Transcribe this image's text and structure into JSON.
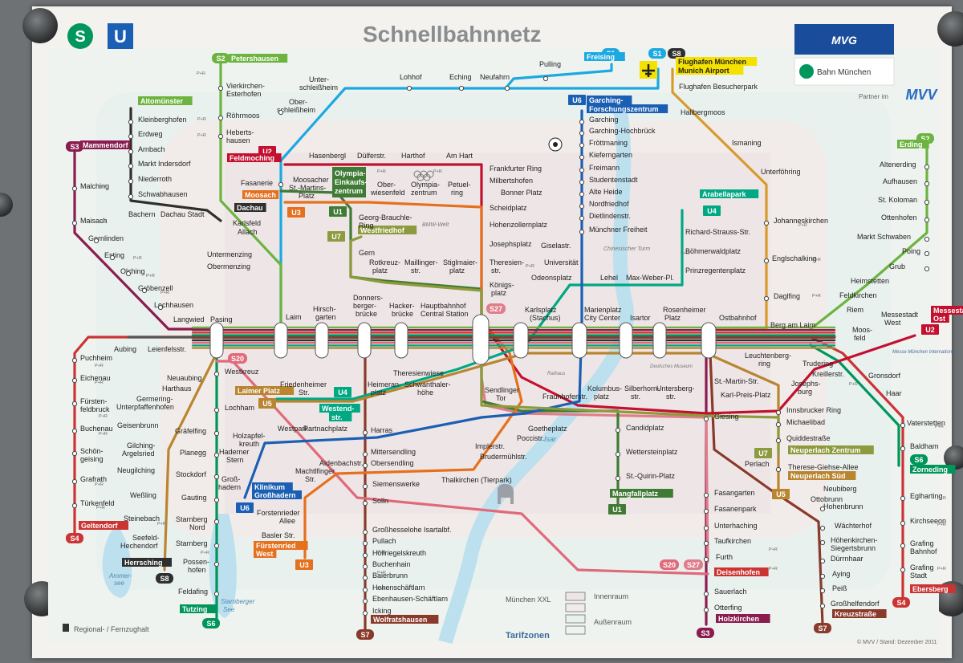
{
  "header": {
    "title": "Schnellbahnnetz",
    "s_logo": "S",
    "u_logo": "U",
    "mvg": "MVG",
    "bahn_muenchen": "Bahn München",
    "partner": "Partner im",
    "mvv": "MVV"
  },
  "colors": {
    "S1": "#1ba9e0",
    "S2": "#6cb33f",
    "S3": "#8a1c4f",
    "S4": "#cc3333",
    "S6": "#00955a",
    "S7": "#8a3a2a",
    "S8": "#2f2f2f",
    "S20": "#e06a7a",
    "S27": "#e07d8a",
    "U1": "#3f7b35",
    "U2": "#c3102f",
    "U3": "#e5701e",
    "U4": "#00a884",
    "U5": "#b98530",
    "U6": "#1a5fb4",
    "U7": "#8d9a3d",
    "Airport": "#d99a2b",
    "Stammstrecke": "#555555"
  },
  "line_badges": [
    {
      "id": "S1",
      "label": "S1"
    },
    {
      "id": "S2",
      "label": "S2"
    },
    {
      "id": "S3",
      "label": "S3"
    },
    {
      "id": "S4",
      "label": "S4"
    },
    {
      "id": "S6",
      "label": "S6"
    },
    {
      "id": "S7",
      "label": "S7"
    },
    {
      "id": "S8",
      "label": "S8"
    },
    {
      "id": "S20",
      "label": "S20"
    },
    {
      "id": "S27",
      "label": "S27"
    },
    {
      "id": "U1",
      "label": "U1"
    },
    {
      "id": "U2",
      "label": "U2"
    },
    {
      "id": "U3",
      "label": "U3"
    },
    {
      "id": "U4",
      "label": "U4"
    },
    {
      "id": "U5",
      "label": "U5"
    },
    {
      "id": "U6",
      "label": "U6"
    },
    {
      "id": "U7",
      "label": "U7"
    }
  ],
  "terminals": {
    "petershausen": "Petershausen",
    "altomuenster": "Altomünster",
    "mammendorf": "Mammendorf",
    "feldmoching": "Feldmoching",
    "moosach": "Moosach",
    "dachau": "Dachau",
    "olympia_einkaufszentrum_1": "Olympia-",
    "olympia_einkaufszentrum_2": "Einkaufs-",
    "olympia_einkaufszentrum_3": "zentrum",
    "westfriedhof": "Westfriedhof",
    "freising": "Freising",
    "flughafen": "Flughafen München",
    "munich_airport": "Munich Airport",
    "garching_fz": "Garching-",
    "garching_fz2": "Forschungszentrum",
    "arabellapark": "Arabellapark",
    "erding": "Erding",
    "messestadt_ost": "Messestadt",
    "messestadt_ost2": "Ost",
    "laimer_platz": "Laimer Platz",
    "westend": "Westend-",
    "westend2": "str.",
    "klinikum": "Klinikum",
    "klinikum2": "Großhadern",
    "fuerstenried": "Fürstenried",
    "fuerstenried2": "West",
    "mangfallplatz": "Mangfallplatz",
    "neuperlach_zentrum": "Neuperlach Zentrum",
    "neuperlach_sued": "Neuperlach Süd",
    "zorneding": "Zorneding",
    "ebersberg": "Ebersberg",
    "kreuzstrasse": "Kreuzstraße",
    "holzkirchen": "Holzkirchen",
    "deisenhofen": "Deisenhofen",
    "wolfratshausen": "Wolfratshausen",
    "tutzing": "Tutzing",
    "herrsching": "Herrsching",
    "geltendorf": "Geltendorf"
  },
  "stations": {
    "pulling": "Pulling",
    "lohhof": "Lohhof",
    "eching": "Eching",
    "neufahrn": "Neufahrn",
    "unterschleissheim": "Unter-",
    "unterschleissheim2": "schleißheim",
    "oberschleissheim": "Ober-",
    "oberschleissheim2": "schleißheim",
    "flughafen_besucherpark": "Flughafen Besucherpark",
    "hallbergmoos": "Hallbergmoos",
    "ismaning": "Ismaning",
    "unterfoehring": "Unterföhring",
    "johanneskirchen": "Johanneskirchen",
    "englschalking": "Englschalking",
    "daglfing": "Daglfing",
    "vierkirchen": "Vierkirchen-",
    "vierkirchen2": "Esterhofen",
    "roehrmoos": "Röhrmoos",
    "hebertshausen": "Heberts-",
    "hebertshausen2": "hausen",
    "kleinberghofen": "Kleinberghofen",
    "erdweg": "Erdweg",
    "arnbach": "Arnbach",
    "markt_indersdorf": "Markt Indersdorf",
    "niederroth": "Niederroth",
    "schwabhausen": "Schwabhausen",
    "bachern": "Bachern",
    "dachau_stadt": "Dachau Stadt",
    "malching": "Malching",
    "maisach": "Maisach",
    "gernlinden": "Gernlinden",
    "esting": "Esting",
    "olching": "Olching",
    "groebenzell": "Gröbenzell",
    "lochhausen": "Lochhausen",
    "langwied": "Langwied",
    "pasing": "Pasing",
    "laim": "Laim",
    "hirschgarten": "Hirsch-",
    "hirschgarten2": "garten",
    "donnersbergerbruecke": "Donners-",
    "donnersbergerbruecke2": "berger-",
    "donnersbergerbruecke3": "brücke",
    "hackerbruecke": "Hacker-",
    "hackerbruecke2": "brücke",
    "hauptbahnhof": "Hauptbahnhof",
    "central_station": "Central Station",
    "karlsplatz": "Karlsplatz",
    "stachus": "(Stachus)",
    "marienplatz": "Marienplatz",
    "city_center": "City Center",
    "isartor": "Isartor",
    "rosenheimer_platz": "Rosenheimer",
    "rosenheimer_platz2": "Platz",
    "ostbahnhof": "Ostbahnhof",
    "berg_am_laim": "Berg am Laim",
    "leuchtenbergring": "Leuchtenberg-",
    "leuchtenbergring2": "ring",
    "trudering": "Trudering",
    "gronsdorf": "Gronsdorf",
    "haar": "Haar",
    "vaterstetten": "Vaterstetten",
    "baldham": "Baldham",
    "moosfeld": "Moos-",
    "moosfeld2": "feld",
    "messestadt_west": "Messestadt",
    "messestadt_west2": "West",
    "riem": "Riem",
    "feldkirchen": "Feldkirchen",
    "heimstetten": "Heimstetten",
    "grub": "Grub",
    "poing": "Poing",
    "markt_schwaben": "Markt Schwaben",
    "ottenhofen": "Ottenhofen",
    "st_koloman": "St. Koloman",
    "aufhausen": "Aufhausen",
    "altenerding": "Altenerding",
    "karlsfeld": "Karlsfeld",
    "allach": "Allach",
    "untermenzing": "Untermenzing",
    "obermenzing": "Obermenzing",
    "fasanerie": "Fasanerie",
    "moosacher_st_martins": "Moosacher",
    "moosacher_st_martins2": "St.-Martins-",
    "moosacher_st_martins3": "Platz",
    "hasenbergl": "Hasenbergl",
    "duelferstr": "Dülferstr.",
    "harthof": "Harthof",
    "am_hart": "Am Hart",
    "frankfurter_ring": "Frankfurter Ring",
    "milbertshofen": "Milbertshofen",
    "oberwiesenfeld": "Ober-",
    "oberwiesenfeld2": "wiesenfeld",
    "olympiazentrum": "Olympia-",
    "olympiazentrum2": "zentrum",
    "petuelring": "Petuel-",
    "petuelring2": "ring",
    "bonner_platz": "Bonner Platz",
    "scheidplatz": "Scheidplatz",
    "hohenzollernplatz": "Hohenzollernplatz",
    "josephsplatz": "Josephsplatz",
    "theresienstr": "Theresien-",
    "theresienstr2": "str.",
    "koenigsplatz": "Königs-",
    "koenigsplatz2": "platz",
    "georg_brauchle": "Georg-Brauchle-",
    "georg_brauchle2": "Ring",
    "gern": "Gern",
    "rotkreuzplatz": "Rotkreuz-",
    "rotkreuzplatz2": "platz",
    "maillingerstr": "Maillinger-",
    "maillingerstr2": "str.",
    "stiglmaierplatz": "Stiglmaier-",
    "stiglmaierplatz2": "platz",
    "garching": "Garching",
    "garching_hochbrueck": "Garching-Hochbrück",
    "froettmaning": "Fröttmaning",
    "kieferngarten": "Kieferngarten",
    "freimann": "Freimann",
    "studentenstadt": "Studentenstadt",
    "alte_heide": "Alte Heide",
    "nordfriedhof": "Nordfriedhof",
    "dietlindenstr": "Dietlindenstr.",
    "muenchner_freiheit": "Münchner Freiheit",
    "giselastr": "Giselastr.",
    "universitaet": "Universität",
    "odeonsplatz": "Odeonsplatz",
    "lehel": "Lehel",
    "max_weber_pl": "Max-Weber-Pl.",
    "richard_strauss": "Richard-Strauss-Str.",
    "boehmerwaldplatz": "Böhmerwaldplatz",
    "prinzregentenplatz": "Prinzregentenplatz",
    "aubing": "Aubing",
    "leienfelsstr": "Leienfelsstr.",
    "puchheim": "Puchheim",
    "eichenau": "Eichenau",
    "fuerstenfeldbruck": "Fürsten-",
    "fuerstenfeldbruck2": "feldbruck",
    "buchenau": "Buchenau",
    "schoengeising": "Schön-",
    "schoengeising2": "geising",
    "grafrath": "Grafrath",
    "tuerkenfeld": "Türkenfeld",
    "neuaubing": "Neuaubing",
    "harthaus": "Harthaus",
    "germering": "Germering-",
    "germering2": "Unterpfaffenhofen",
    "geisenbrunn": "Geisenbrunn",
    "gilching": "Gilching-",
    "gilching2": "Argelsried",
    "neugilching": "Neugilching",
    "wessling": "Weßling",
    "steinebach": "Steinebach",
    "seefeld": "Seefeld-",
    "seefeld2": "Hechendorf",
    "westkreuz": "Westkreuz",
    "lochham": "Lochham",
    "graefelfing": "Gräfelfing",
    "planegg": "Planegg",
    "stockdorf": "Stockdorf",
    "gauting": "Gauting",
    "starnberg_nord": "Starnberg",
    "starnberg_nord2": "Nord",
    "starnberg": "Starnberg",
    "possenhofen": "Possen-",
    "possenhofen2": "hofen",
    "feldafing": "Feldafing",
    "friedenheimer": "Friedenheimer",
    "friedenheimer2": "Str.",
    "heimeranplatz": "Heimeran-",
    "heimeranplatz2": "platz",
    "schwanthalerhoehe": "Schwanthaler-",
    "schwanthalerhoehe2": "höhe",
    "theresienwiese": "Theresienwiese",
    "sendlinger_tor": "Sendlinger",
    "sendlinger_tor2": "Tor",
    "fraunhoferstr": "Fraunhoferstr.",
    "kolumbusplatz": "Kolumbus-",
    "kolumbusplatz2": "platz",
    "silberhornstr": "Silberhorn-",
    "silberhornstr2": "str.",
    "untersbergstr": "Untersberg-",
    "untersbergstr2": "str.",
    "goetheplatz": "Goetheplatz",
    "poccistr": "Poccistr.",
    "implerstr": "Implerstr.",
    "brudermuehlstr": "Brudermühlstr.",
    "thalkirchen": "Thalkirchen (Tierpark)",
    "candidplatz": "Candidplatz",
    "wettersteinplatz": "Wettersteinplatz",
    "st_quirin_platz": "St.-Quirin-Platz",
    "westpark": "Westpark",
    "partnachplatz": "Partnachplatz",
    "holzapfelkreuth": "Holzapfel-",
    "holzapfelkreuth2": "kreuth",
    "haderner_stern": "Haderner",
    "haderner_stern2": "Stern",
    "grosshadern": "Groß-",
    "grosshadern2": "hadern",
    "harras": "Harras",
    "mittersendling": "Mittersendling",
    "obersendling": "Obersendling",
    "aidenbachstr": "Aidenbachstr.",
    "machtlfinger": "Machtlfinger",
    "machtlfinger2": "Str.",
    "forstenrieder_allee": "Forstenrieder",
    "forstenrieder_allee2": "Allee",
    "basler_str": "Basler Str.",
    "siemenswerke": "Siemenswerke",
    "solln": "Solln",
    "grosshesselohe": "Großhesselohe Isartalbf.",
    "pullach": "Pullach",
    "hoellriegelskreuth": "Höllriegelskreuth",
    "buchenhain": "Buchenhain",
    "baierbrunn": "Baierbrunn",
    "hohenschaeftlarn": "Hohenschäftlarn",
    "ebenhausen": "Ebenhausen-Schäftlarn",
    "icking": "Icking",
    "giesing": "Giesing",
    "fasangarten": "Fasangarten",
    "fasanenpark": "Fasanenpark",
    "unterhaching": "Unterhaching",
    "taufkirchen": "Taufkirchen",
    "furth": "Furth",
    "sauerlach": "Sauerlach",
    "otterfing": "Otterfing",
    "st_martin_str": "St.-Martin-Str.",
    "karl_preis_platz": "Karl-Preis-Platz",
    "innsbrucker_ring": "Innsbrucker Ring",
    "michaelibad": "Michaelibad",
    "quiddestr": "Quiddestraße",
    "therese_giehse": "Therese-Giehse-Allee",
    "kreillerstr": "Kreillerstr.",
    "josephsburg": "Josephs-",
    "josephsburg2": "burg",
    "perlach": "Perlach",
    "neubiberg": "Neubiberg",
    "ottobrunn": "Ottobrunn",
    "hohenbrunn": "Hohenbrunn",
    "waechterhof": "Wächterhof",
    "hoehenkirchen": "Höhenkirchen-",
    "hoehenkirchen2": "Siegertsbrunn",
    "duerrnhaar": "Dürrnhaar",
    "aying": "Aying",
    "peiss": "Peiß",
    "grosshelfendorf": "Großhelfendorf",
    "eglharting": "Eglharting",
    "kirchseeon": "Kirchseeon",
    "grafing_bahnhof": "Grafing",
    "grafing_bahnhof2": "Bahnhof",
    "grafing_stadt": "Grafing",
    "grafing_stadt2": "Stadt"
  },
  "annotations": {
    "bmw_welt": "BMW-Welt",
    "chinesischer_turm": "Chinesischer Turm",
    "ammersee": "Ammer-",
    "ammersee2": "see",
    "starnberger_see": "Starnberger",
    "starnberger_see2": "See",
    "isar": "Isar",
    "messe": "Messe München International",
    "deutsches_museum": "Deutsches Museum",
    "rathaus": "Rathaus",
    "pr_label": "P+R"
  },
  "legend": {
    "regional": "Regional- / Fernzughalt",
    "tarifzonen": "Tarifzonen",
    "muenchen_xxl": "München XXL",
    "innenraum": "Innenraum",
    "aussenraum": "Außenraum",
    "copyright": "© MVV / Stand: Dezember 2011"
  }
}
